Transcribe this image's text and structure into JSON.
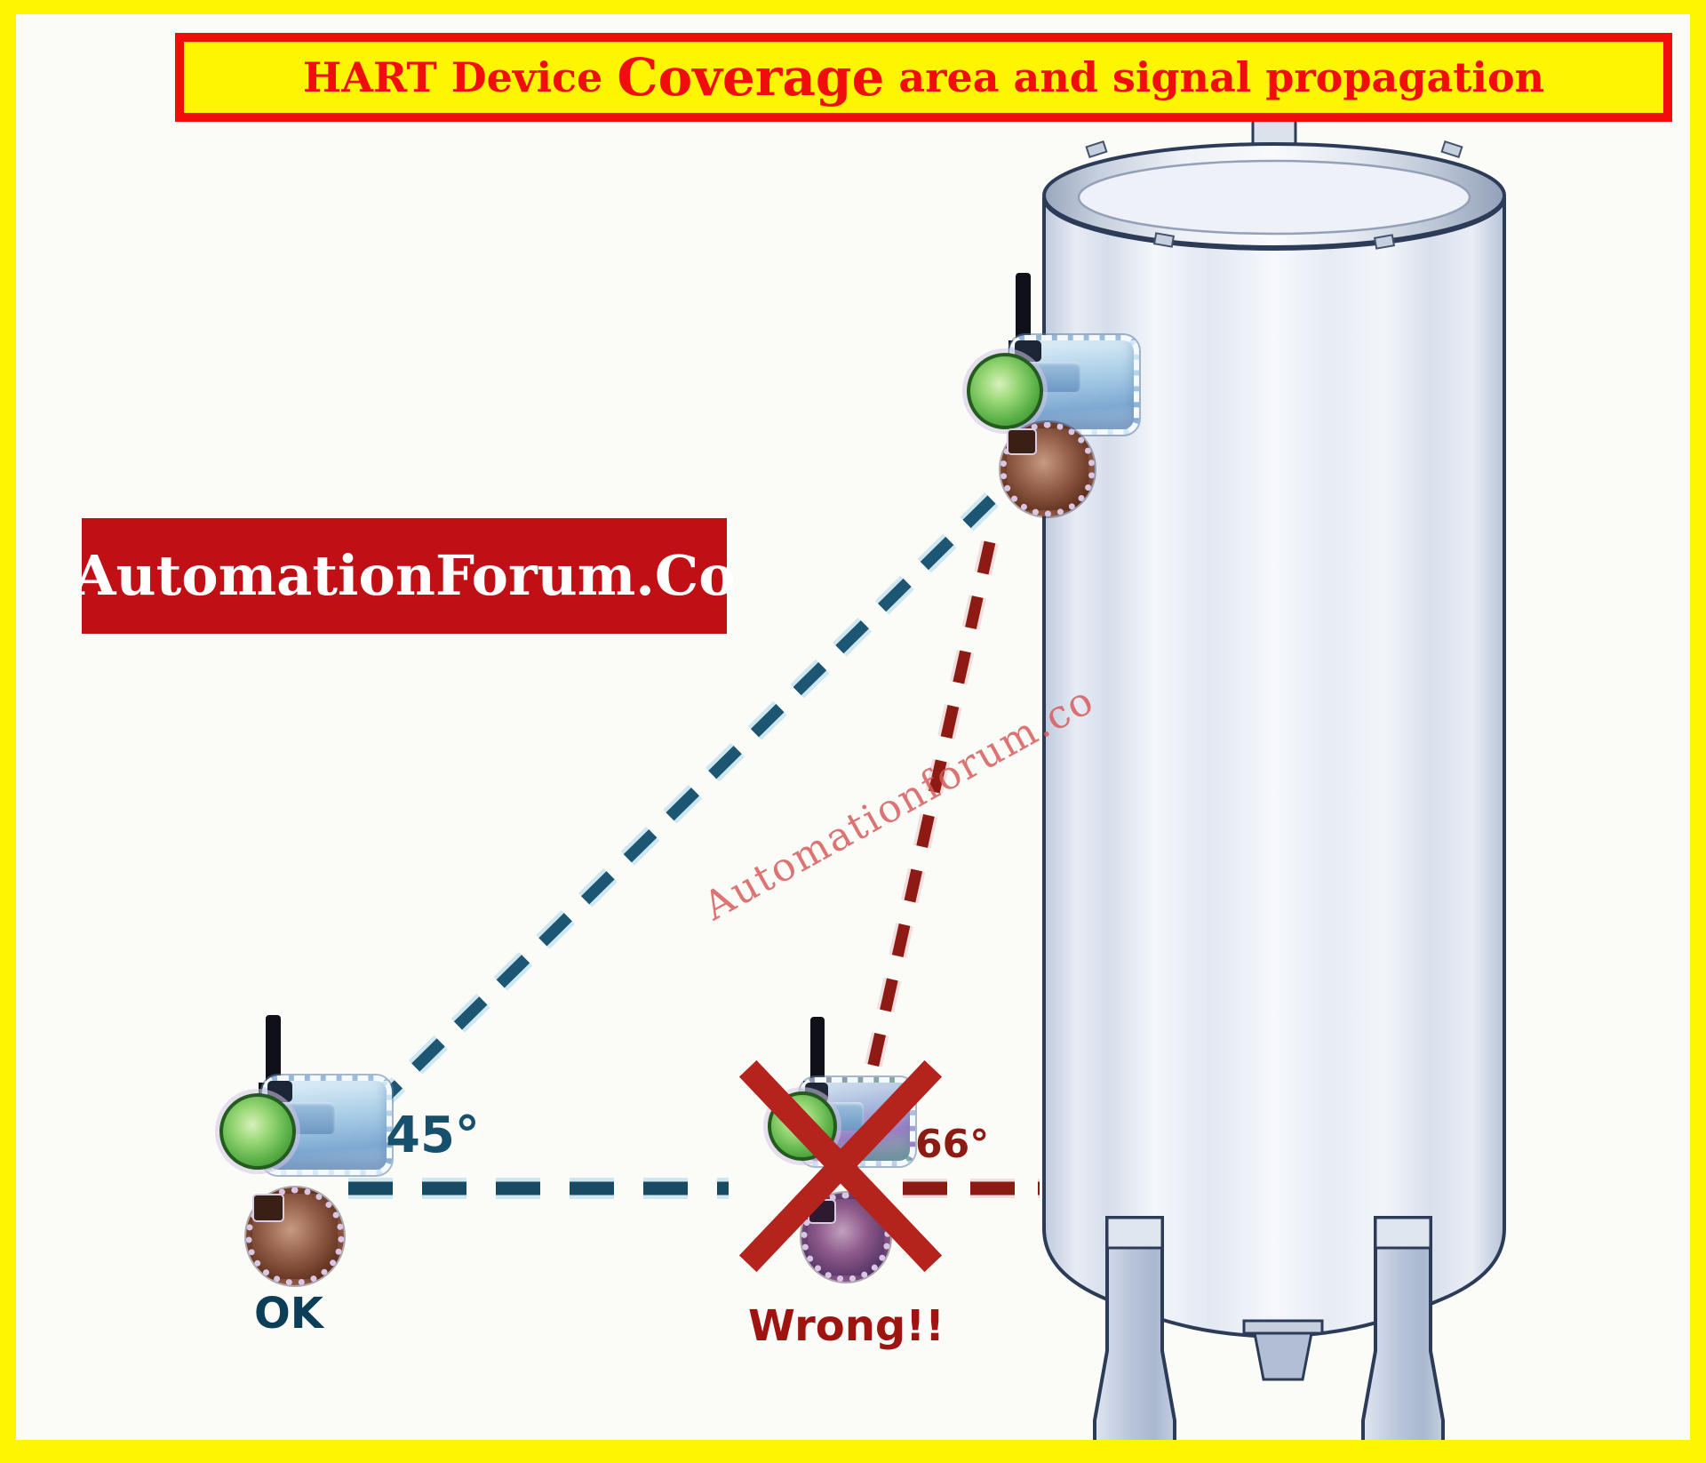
{
  "header": {
    "title_part1": "HART Device ",
    "title_part2": "Coverage",
    "title_part3": " area and signal propagation"
  },
  "branding": {
    "banner_text": "AutomationForum.Co",
    "watermark_text": "Automationforum.co"
  },
  "labels": {
    "ok_angle": "45°",
    "wrong_angle": "66°",
    "ok": "OK",
    "wrong": "Wrong!!"
  },
  "colors": {
    "frame_yellow": "#fdf502",
    "title_red": "#f20d0d",
    "banner_bg": "#c01016",
    "banner_text": "#ffffff",
    "watermark": "#d65c5c",
    "ok_signal": "#1c5672",
    "ok_text": "#0c3e57",
    "wrong_signal": "#8e1a14",
    "wrong_text": "#9f1310",
    "cross": "#b5241c",
    "tank_outline": "#2c3c58"
  }
}
